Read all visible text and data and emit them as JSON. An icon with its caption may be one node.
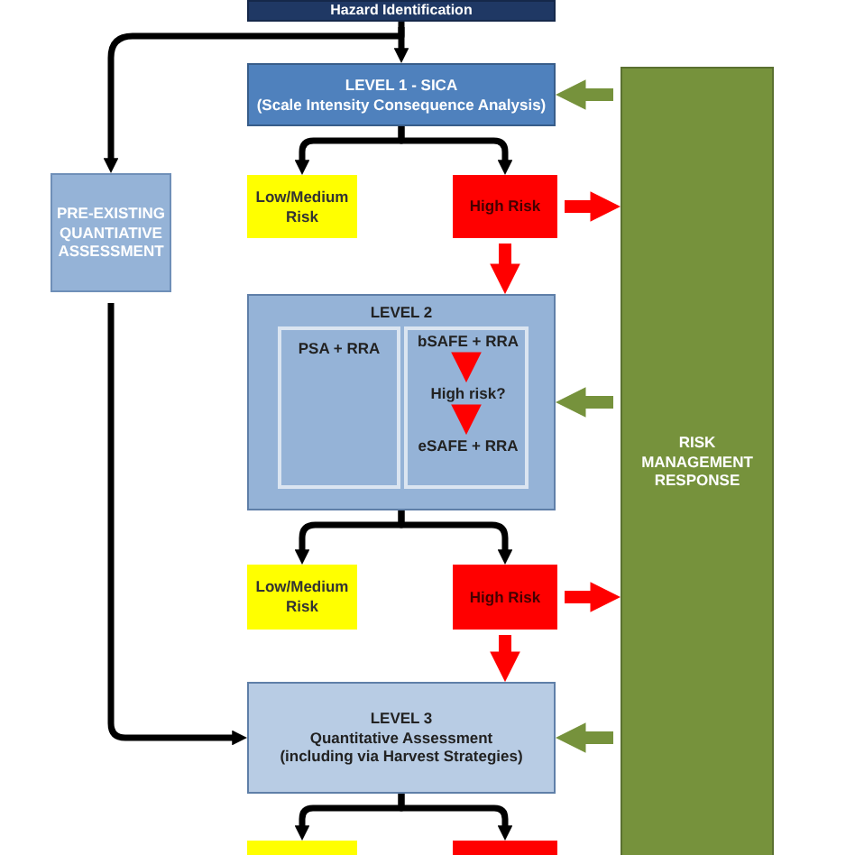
{
  "diagram": {
    "nodes": [
      {
        "text": [
          "Hazard Identification"
        ]
      },
      {
        "text": [
          "LEVEL 1 - SICA",
          "(Scale Intensity Consequence Analysis)"
        ]
      },
      {
        "text": [
          "PRE-EXISTING QUANTIATIVE ASSESSMENT"
        ]
      },
      {
        "text": [
          "Low/Medium Risk"
        ]
      },
      {
        "text": [
          "High Risk"
        ]
      },
      {
        "text": [
          "RISK MANAGEMENT RESPONSE"
        ]
      },
      {
        "text": [
          "LEVEL 2"
        ]
      },
      {
        "text": [
          "PSA + RRA"
        ],
        "in": 6
      },
      {
        "text": [],
        "shape": "box",
        "in": 6
      },
      {
        "text": [
          "bSAFE + RRA"
        ],
        "in": 8
      },
      {
        "text": [
          "High risk?"
        ],
        "in": 8
      },
      {
        "text": [
          "eSAFE + RRA"
        ],
        "in": 8
      },
      {
        "text": [
          "Low/Medium Risk"
        ]
      },
      {
        "text": [
          "High Risk"
        ]
      },
      {
        "text": [
          "LEVEL 3",
          "Quantitative Assessment",
          "(including via Harvest Strategies)"
        ]
      },
      {
        "text": [],
        "shape": "box"
      },
      {
        "text": [],
        "shape": "box"
      }
    ],
    "edges": [
      {
        "from": 0,
        "to": 1,
        "arrow": "to"
      },
      {
        "from": 0,
        "to": 2,
        "arrow": "to"
      },
      {
        "from": 1,
        "to": 3,
        "arrow": "to"
      },
      {
        "from": 1,
        "to": 4,
        "arrow": "to"
      },
      {
        "from": 4,
        "to": 5,
        "arrow": "to",
        "style": "thick",
        "color": "#ff0000"
      },
      {
        "from": 4,
        "to": 6,
        "arrow": "to",
        "style": "thick",
        "color": "#ff0000"
      },
      {
        "from": 5,
        "to": 1,
        "arrow": "to",
        "style": "thick",
        "color": "#76923c"
      },
      {
        "from": 9,
        "to": 10,
        "arrow": "to",
        "style": "thick",
        "color": "#ff0000"
      },
      {
        "from": 10,
        "to": 11,
        "arrow": "to",
        "style": "thick",
        "color": "#ff0000"
      },
      {
        "from": 5,
        "to": 6,
        "arrow": "to",
        "style": "thick",
        "color": "#76923c"
      },
      {
        "from": 6,
        "to": 12,
        "arrow": "to"
      },
      {
        "from": 6,
        "to": 13,
        "arrow": "to"
      },
      {
        "from": 13,
        "to": 5,
        "arrow": "to",
        "style": "thick",
        "color": "#ff0000"
      },
      {
        "from": 13,
        "to": 14,
        "arrow": "to",
        "style": "thick",
        "color": "#ff0000"
      },
      {
        "from": 2,
        "to": 14,
        "arrow": "to"
      },
      {
        "from": 5,
        "to": 14,
        "arrow": "to",
        "style": "thick",
        "color": "#76923c"
      },
      {
        "from": 14,
        "to": 15,
        "arrow": "to"
      },
      {
        "from": 14,
        "to": 16,
        "arrow": "to"
      }
    ]
  }
}
